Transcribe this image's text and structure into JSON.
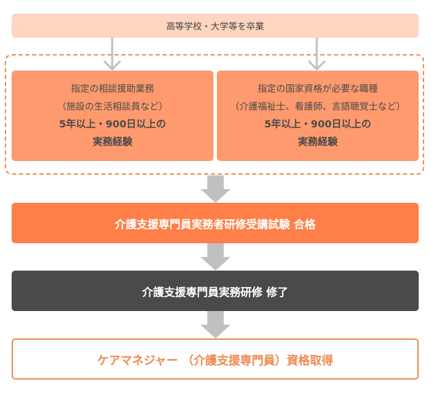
{
  "diagram": {
    "start": {
      "label": "高等学校・大学等を卒業"
    },
    "paths": [
      {
        "line1": "指定の相談援助業務",
        "line2": "（施設の生活相談員など）",
        "line3": "5年以上・900日以上の",
        "line4": "実務経験"
      },
      {
        "line1": "指定の国家資格が必要な職種",
        "line2": "（介護福祉士、看護師、言語聴覚士など）",
        "line3": "5年以上・900日以上の",
        "line4": "実務経験"
      }
    ],
    "steps": {
      "exam": "介護支援専門員実務者研修受講試験 合格",
      "training": "介護支援専門員実務研修 修了",
      "result": "ケアマネジャー （介護支援専門員）資格取得"
    },
    "colors": {
      "start_bg": "#fed5c1",
      "path_bg": "#fe9a6d",
      "dashed_border": "#ee8d58",
      "exam_bg": "#fe7f48",
      "training_bg": "#4a4a4a",
      "result_border": "#ef8a51",
      "arrow": "#c0c0c0"
    }
  }
}
